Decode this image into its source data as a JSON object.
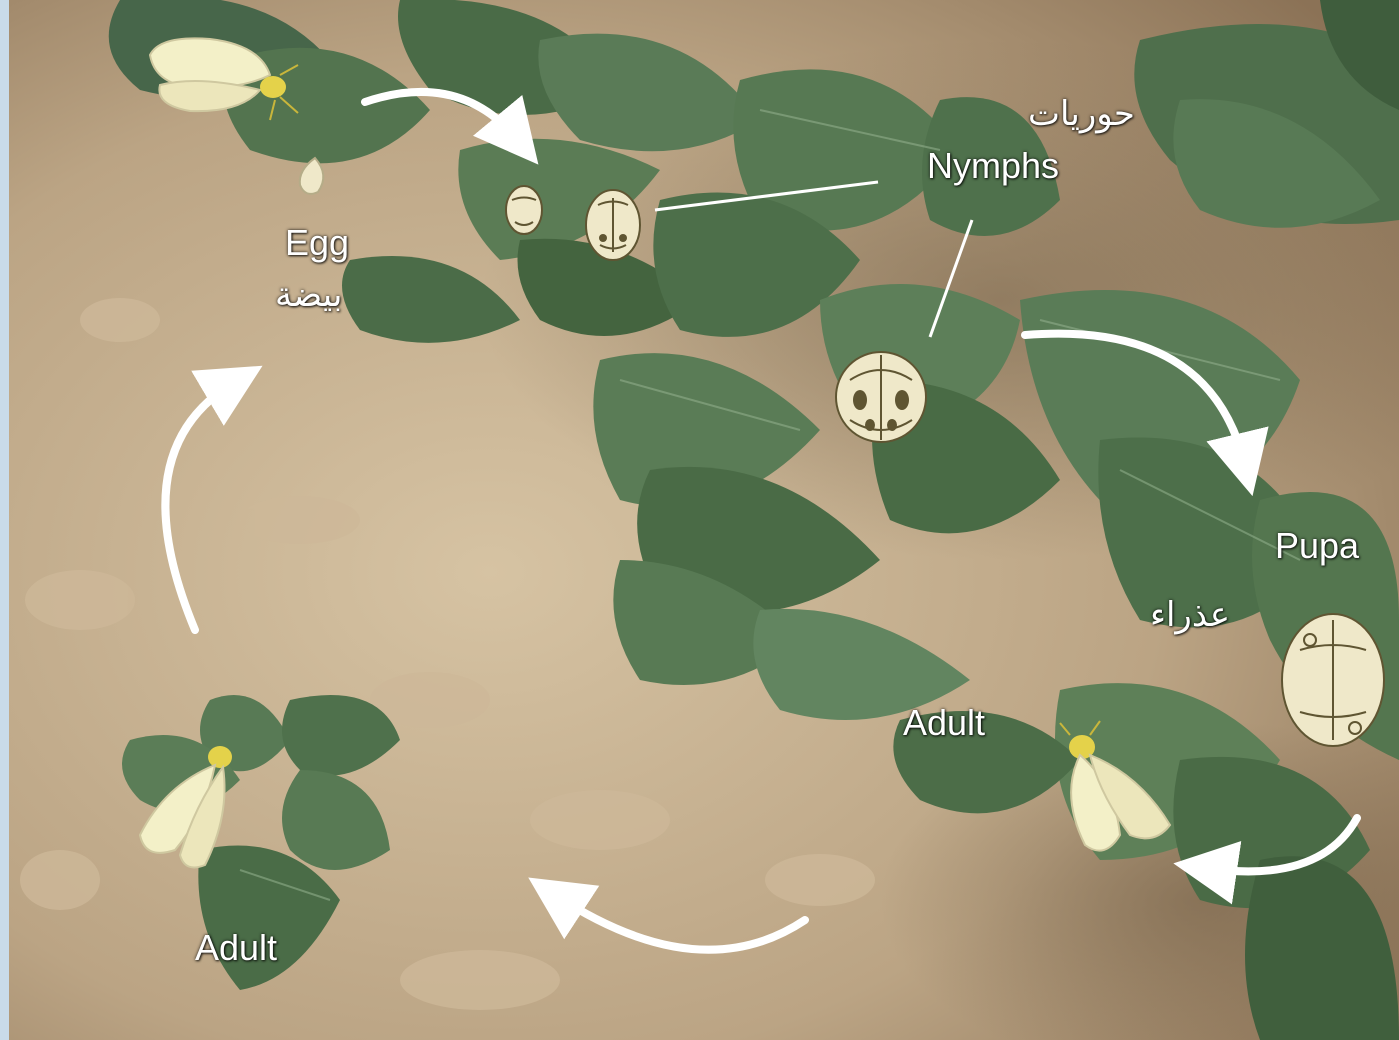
{
  "labels": {
    "egg_en": "Egg",
    "egg_ar": "بيضة",
    "nymphs_en": "Nymphs",
    "nymphs_ar": "حوريات",
    "pupa_en": "Pupa",
    "pupa_ar": "عذراء",
    "adult_right": "Adult",
    "adult_left": "Adult"
  },
  "colors": {
    "soil": "#b9a386",
    "leaf": "#4f6f4f",
    "leaf_dark": "#3a5638",
    "insect_wing": "#f3f0c8",
    "insect_body": "#e4d24a",
    "arrow": "#ffffff",
    "stage_disc": "#efe8c9"
  }
}
